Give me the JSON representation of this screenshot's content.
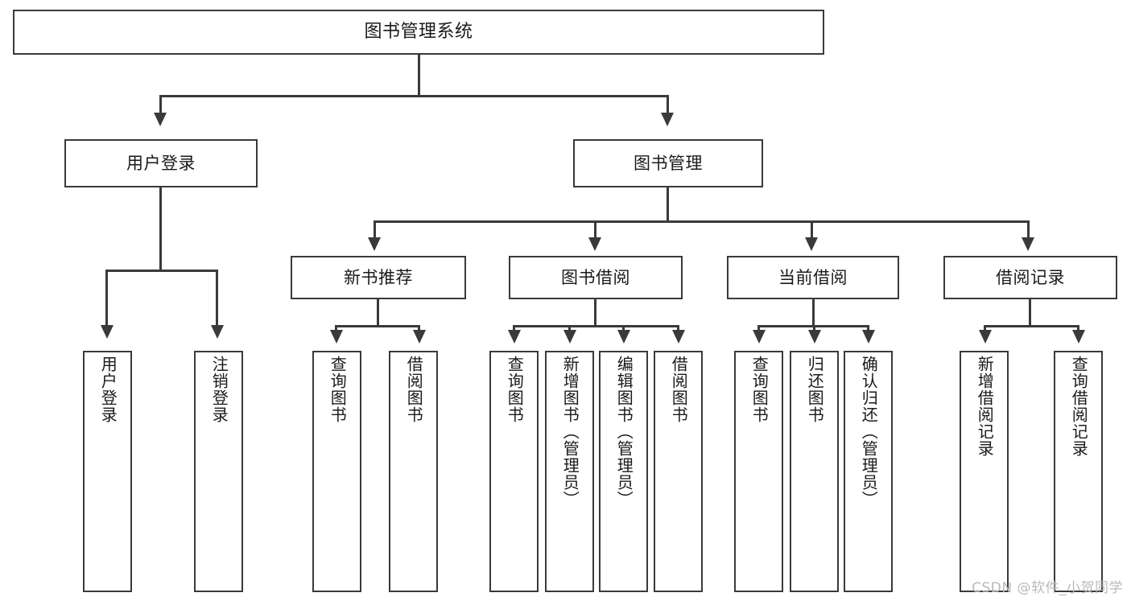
{
  "diagram": {
    "title": "图书管理系统",
    "type": "tree",
    "root": {
      "label": "图书管理系统"
    },
    "level2": [
      {
        "label": "用户登录"
      },
      {
        "label": "图书管理"
      }
    ],
    "level3": [
      {
        "label": "新书推荐"
      },
      {
        "label": "图书借阅"
      },
      {
        "label": "当前借阅"
      },
      {
        "label": "借阅记录"
      }
    ],
    "leaves": {
      "user_login": [
        {
          "label": "用户登录"
        },
        {
          "label": "注销登录"
        }
      ],
      "new_book_recommend": [
        {
          "label": "查询图书"
        },
        {
          "label": "借阅图书"
        }
      ],
      "book_borrow": [
        {
          "label": "查询图书"
        },
        {
          "label": "新增图书（管理员）"
        },
        {
          "label": "编辑图书（管理员）"
        },
        {
          "label": "借阅图书"
        }
      ],
      "current_borrow": [
        {
          "label": "查询图书"
        },
        {
          "label": "归还图书"
        },
        {
          "label": "确认归还（管理员）"
        }
      ],
      "borrow_record": [
        {
          "label": "新增借阅记录"
        },
        {
          "label": "查询借阅记录"
        }
      ]
    }
  },
  "watermark": {
    "text": "CSDN @软件_小贺同学"
  },
  "colors": {
    "stroke": "#3a3a3a",
    "background": "#ffffff",
    "text": "#1a1a1a",
    "watermark": "#b9b9b9"
  }
}
